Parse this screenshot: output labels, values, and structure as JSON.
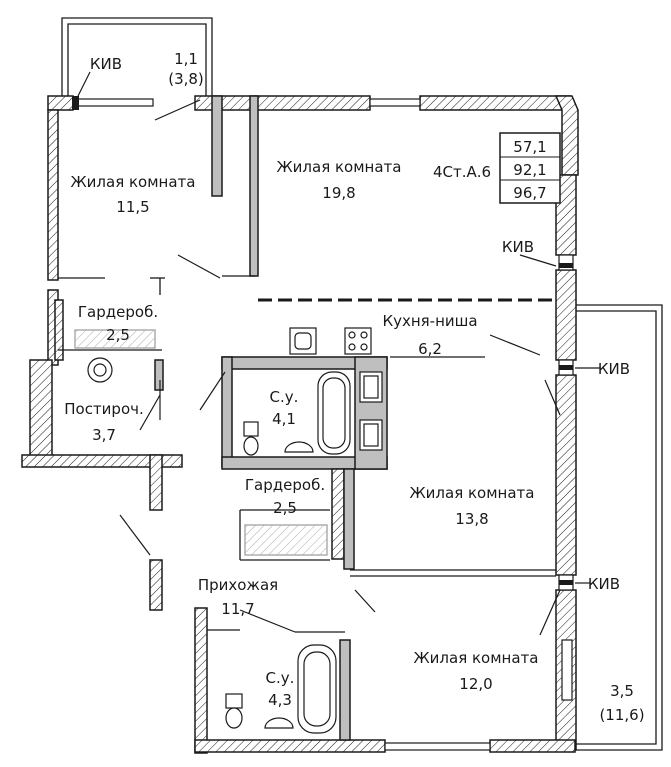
{
  "plan_code": "4Ст.А.6",
  "areas": [
    "57,1",
    "92,1",
    "96,7"
  ],
  "rooms": [
    {
      "name": "Жилая комната",
      "area": "11,5"
    },
    {
      "name": "Жилая комната",
      "area": "19,8"
    },
    {
      "name": "Гардероб.",
      "area": "2,5"
    },
    {
      "name": "Кухня-ниша",
      "area": "6,2"
    },
    {
      "name": "Постироч.",
      "area": "3,7"
    },
    {
      "name": "С.у.",
      "area": "4,1"
    },
    {
      "name": "Гардероб.",
      "area": "2,5"
    },
    {
      "name": "Жилая комната",
      "area": "13,8"
    },
    {
      "name": "Прихожая",
      "area": "11,7"
    },
    {
      "name": "Жилая комната",
      "area": "12,0"
    },
    {
      "name": "С.у.",
      "area": "4,3"
    }
  ],
  "balconies": [
    {
      "area": "1,1",
      "full": "(3,8)"
    },
    {
      "area": "3,5",
      "full": "(11,6)"
    }
  ],
  "kiv_label": "КИВ"
}
